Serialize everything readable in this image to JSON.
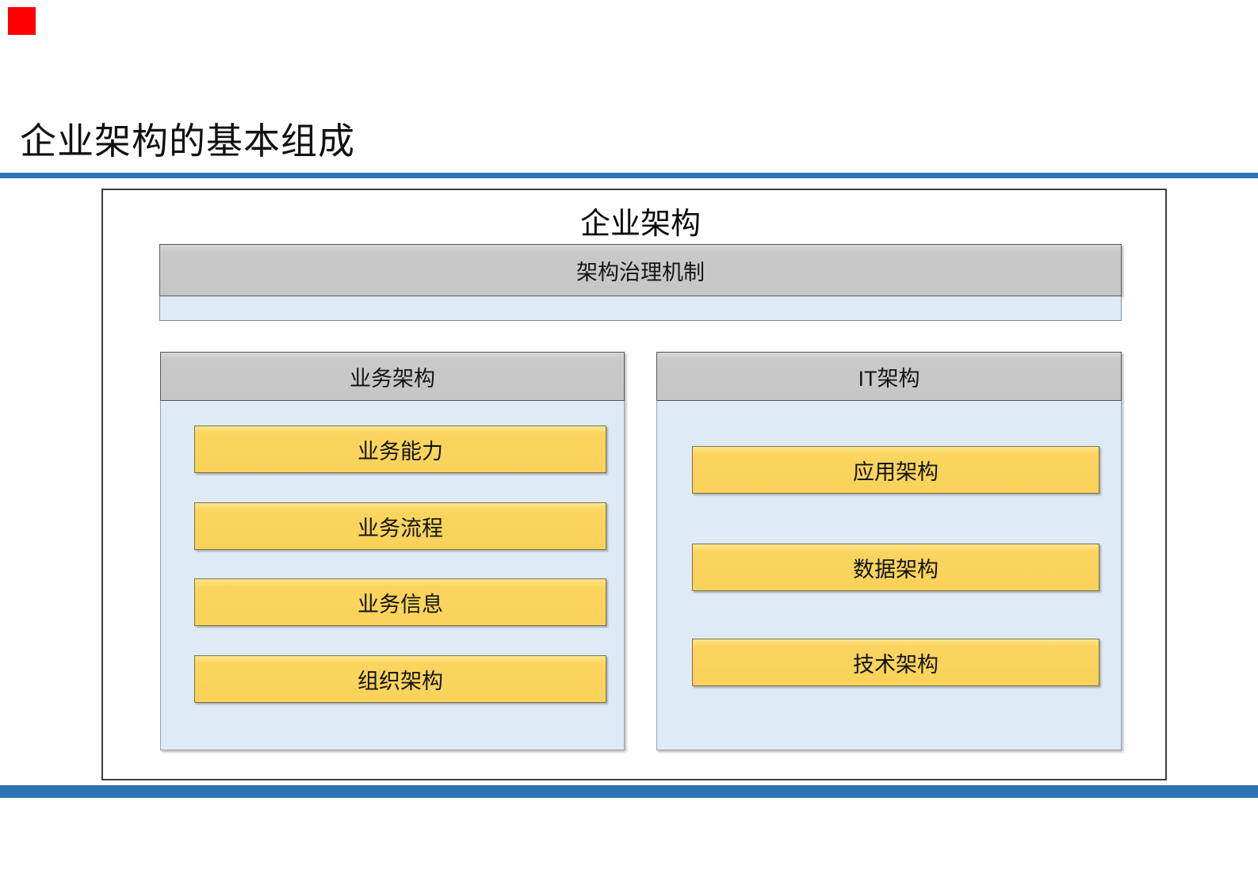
{
  "page": {
    "title": "企业架构的基本组成"
  },
  "colors": {
    "accent_blue": "#2E75B6",
    "header_gray": "#C9C9C9",
    "panel_blue": "#DEEAF6",
    "item_yellow": "#FBD55E",
    "corner_marker_red": "#FF0000",
    "border_dark": "#3F3F3F"
  },
  "diagram": {
    "title": "企业架构",
    "governance": {
      "label": "架构治理机制"
    },
    "columns": [
      {
        "header": "业务架构",
        "items": [
          "业务能力",
          "业务流程",
          "业务信息",
          "组织架构"
        ]
      },
      {
        "header": "IT架构",
        "items": [
          "应用架构",
          "数据架构",
          "技术架构"
        ]
      }
    ]
  }
}
